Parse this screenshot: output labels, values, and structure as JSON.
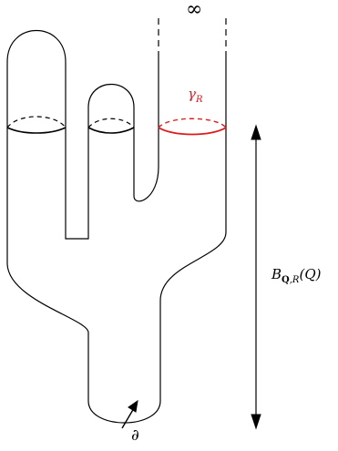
{
  "labels": {
    "infinity": "∞",
    "gamma": "γ",
    "gamma_sub": "R",
    "b_main": "B",
    "b_sub_bold": "Q",
    "b_sub_rest": ",R",
    "b_arg": "(Q)",
    "boundary": "∂"
  },
  "colors": {
    "outline": "#000000",
    "gamma_curve": "#e0191c"
  }
}
